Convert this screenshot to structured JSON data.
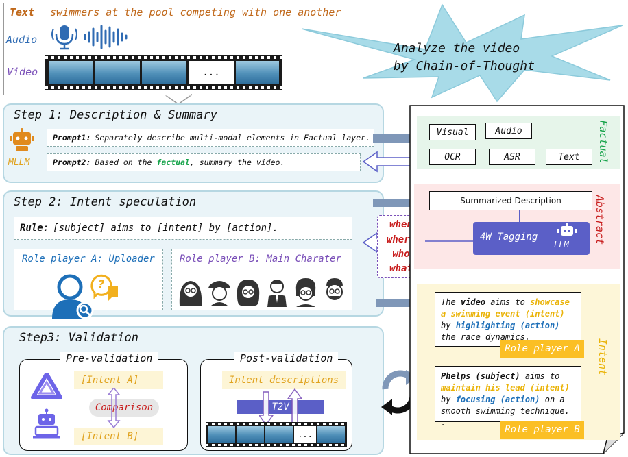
{
  "inputs": {
    "text_label": "Text",
    "text_value": "swimmers at the pool competing with one another",
    "audio_label": "Audio",
    "video_label": "Video",
    "ellipsis": "..."
  },
  "cot_banner": {
    "line1": "Analyze the video",
    "line2": "by Chain-of-Thought"
  },
  "step1": {
    "title": "Step 1: Description & Summary",
    "mllm_label": "MLLM",
    "prompt1_label": "Prompt1:",
    "prompt1_text": "Separately describe multi-modal elements in Factual layer.",
    "prompt2_label": "Prompt2:",
    "prompt2_pre": "Based on the",
    "prompt2_highlight": "factual",
    "prompt2_post": ", summary the video."
  },
  "step2": {
    "title": "Step 2: Intent speculation",
    "rule_label": "Rule:",
    "rule_text": "[subject] aims to [intent] by [action].",
    "role_a": "Role player A: Uploader",
    "role_b": "Role player B: Main Charater",
    "wh_words": [
      "when",
      "where",
      "who",
      "what"
    ]
  },
  "step3": {
    "title": "Step3: Validation",
    "pre_title": "Pre-validation",
    "intent_a": "[Intent A]",
    "comparison": "Comparison",
    "intent_b": "[Intent B]",
    "post_title": "Post-validation",
    "intent_desc": "Intent descriptions",
    "t2v": "T2V",
    "ellipsis": "..."
  },
  "doc": {
    "factual_label": "Factual",
    "factual_items": [
      "Visual",
      "Audio",
      "OCR",
      "ASR",
      "Text"
    ],
    "abstract_label": "Abstract",
    "summarized": "Summarized Description",
    "tagging": "4W Tagging",
    "llm": "LLM",
    "intent_label": "Intent",
    "bubble_a": {
      "p1": "The ",
      "video": "video",
      "p2": " aims to ",
      "showcase": "showcase a swimming event (intent)",
      "p3": " by ",
      "highlighting": "highlighting (action)",
      "p4": " the race dynamics."
    },
    "tag_a": "Role player A",
    "bubble_b": {
      "subject": "Phelps (subject)",
      "p1": " aims to ",
      "maintain": "maintain his lead (intent)",
      "p2": " by ",
      "focusing": "focusing (action)",
      "p3": " on a smooth swimming technique.",
      "p4": "."
    },
    "tag_b": "Role player B"
  },
  "colors": {
    "orange": "#c0681a",
    "blue": "#2f6bb3",
    "purple": "#7a4fb8",
    "green_label": "#16a34a",
    "red_label": "#c81e1e",
    "yellow": "#f2c233",
    "tagging_bg": "#5b5fc7",
    "arrow": "#7f97b8"
  }
}
